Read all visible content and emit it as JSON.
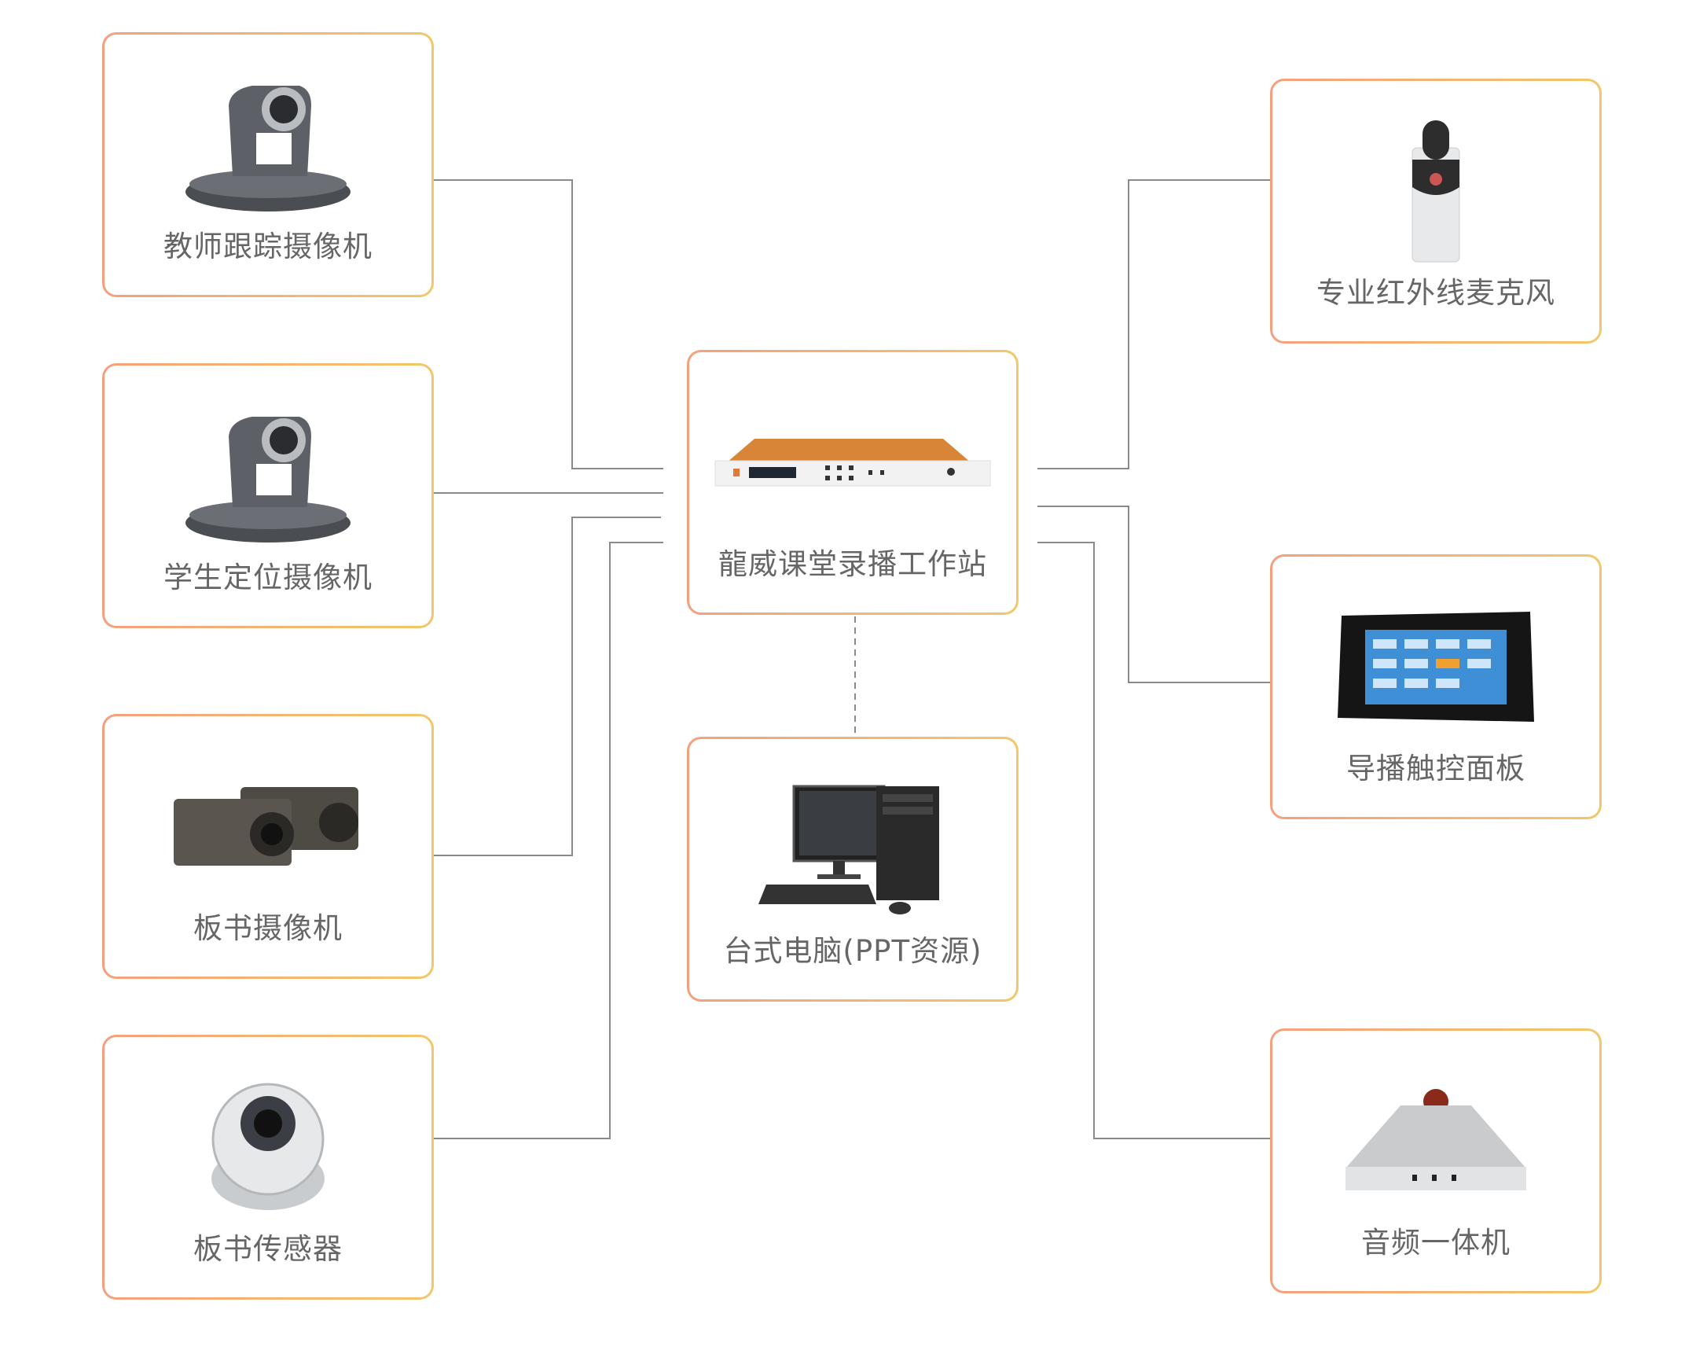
{
  "center": {
    "label": "龍威课堂录播工作站",
    "icon": "recording-server-icon"
  },
  "pc": {
    "label": "台式电脑(PPT资源)",
    "icon": "desktop-computer-icon"
  },
  "left": [
    {
      "label": "教师跟踪摄像机",
      "icon": "ptz-camera-icon"
    },
    {
      "label": "学生定位摄像机",
      "icon": "ptz-camera-icon"
    },
    {
      "label": "板书摄像机",
      "icon": "box-camera-icon"
    },
    {
      "label": "板书传感器",
      "icon": "dome-camera-icon"
    }
  ],
  "right": [
    {
      "label": "专业红外线麦克风",
      "icon": "microphone-icon"
    },
    {
      "label": "导播触控面板",
      "icon": "touch-panel-icon"
    },
    {
      "label": "音频一体机",
      "icon": "audio-unit-icon"
    }
  ],
  "colors": {
    "border_start": "#f4a07e",
    "border_end": "#f2c76a",
    "line": "#888888",
    "text": "#666666"
  }
}
